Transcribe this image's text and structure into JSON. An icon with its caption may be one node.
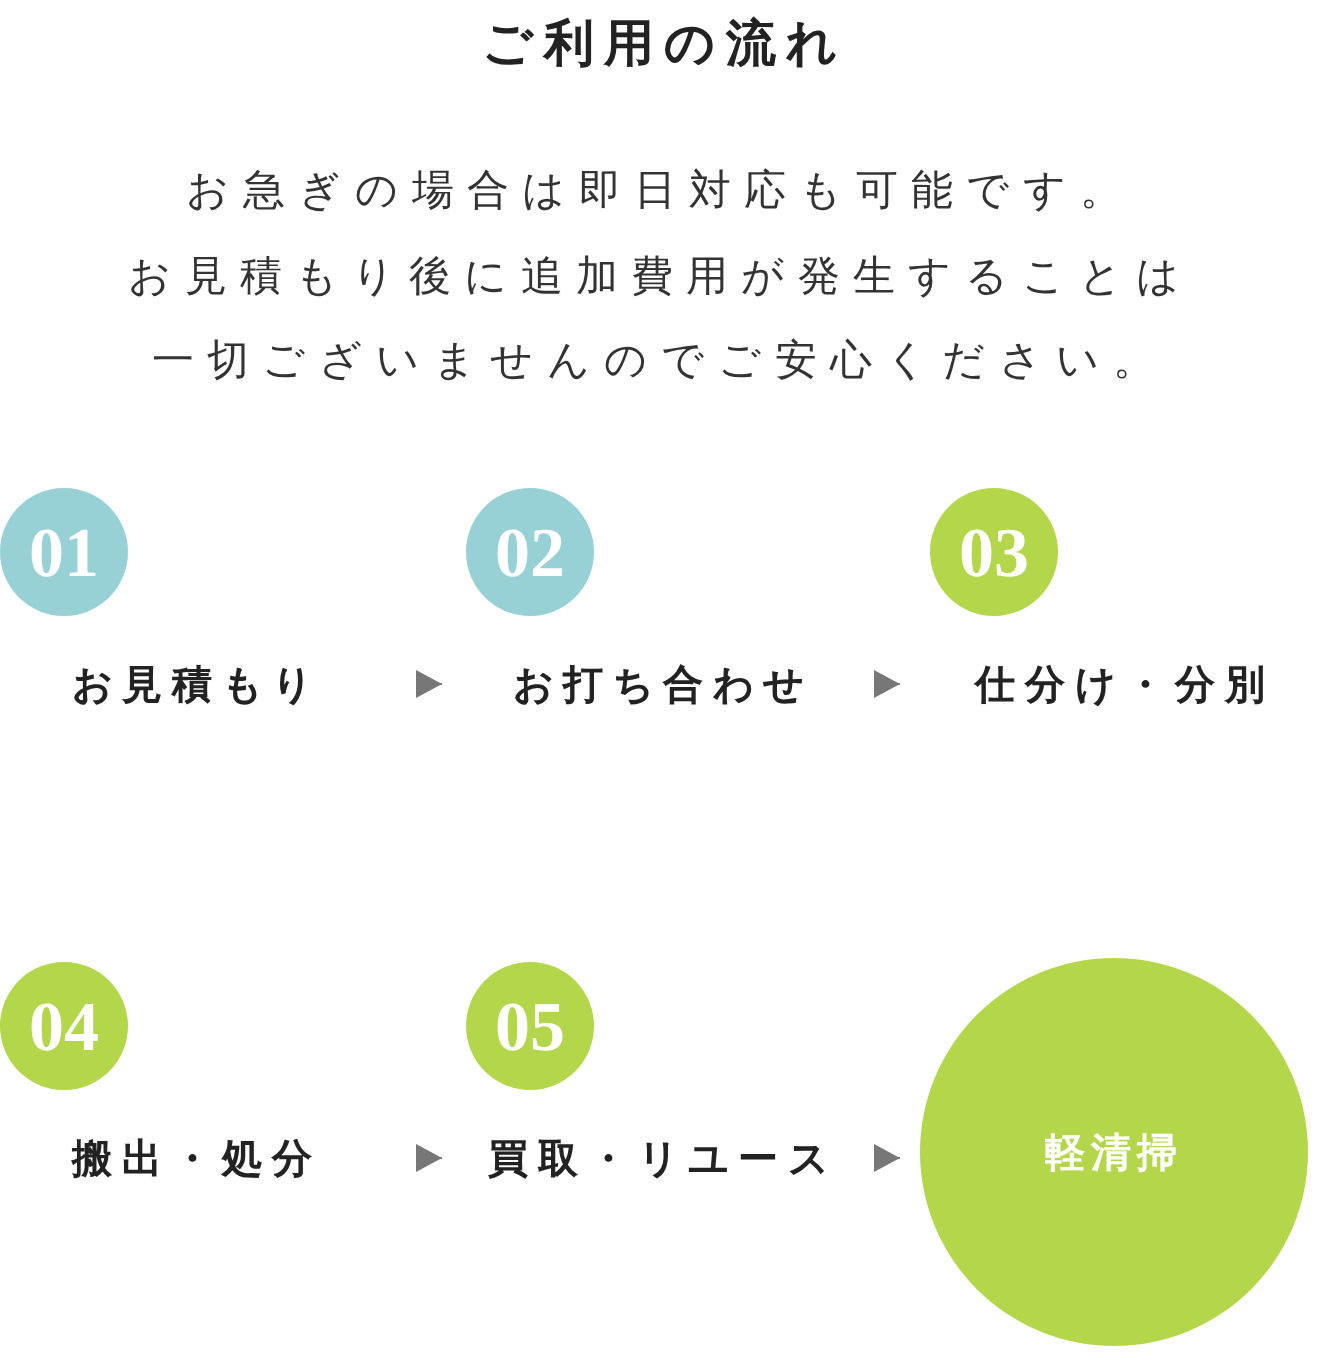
{
  "diagram": {
    "title": "ご利用の流れ",
    "nodes": [
      {
        "text": [
          "お見積もり"
        ],
        "beside": [
          "01"
        ]
      },
      {
        "text": [
          "お打ち合わせ"
        ],
        "beside": [
          "02"
        ]
      },
      {
        "text": [
          "仕分け・分別"
        ],
        "beside": [
          "03"
        ]
      },
      {
        "text": [
          "搬出・処分"
        ],
        "beside": [
          "04"
        ]
      },
      {
        "text": [
          "買取・リユース"
        ],
        "beside": [
          "05"
        ]
      },
      {
        "text": [
          "軽清掃"
        ]
      }
    ],
    "edges": [
      {
        "from": 0,
        "to": 1,
        "arrow": "to"
      },
      {
        "from": 1,
        "to": 2,
        "arrow": "to"
      },
      {
        "from": 3,
        "to": 4,
        "arrow": "to"
      },
      {
        "from": 4,
        "to": 5,
        "arrow": "to"
      }
    ],
    "labels": [
      "お急ぎの場合は即日対応も可能です。",
      "お見積もり後に追加費用が発生することは一切ございませんのでご安心ください。"
    ]
  }
}
